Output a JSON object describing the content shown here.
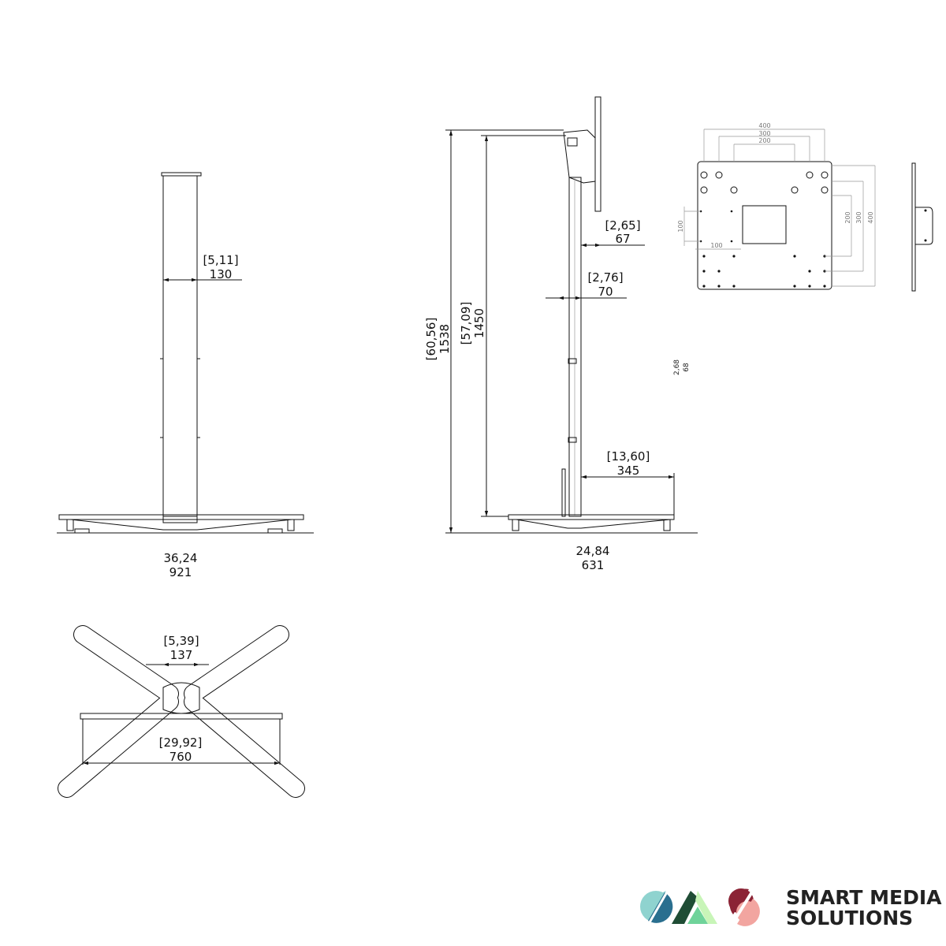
{
  "front_view": {
    "width_bracket": "[5,11]",
    "width_mm": "130",
    "base_in": "36,24",
    "base_mm": "921"
  },
  "side_view": {
    "total_height_in": "[60,56]",
    "total_height_mm": "1538",
    "pole_height_in": "[57,09]",
    "pole_height_mm": "1450",
    "bracket_depth_in": "[2,65]",
    "bracket_depth_mm": "67",
    "pole_depth_in": "[2,76]",
    "pole_depth_mm": "70",
    "foot_depth_in": "[13,60]",
    "foot_depth_mm": "345",
    "base_in": "24,84",
    "base_mm": "631",
    "plate_thickness_in": "2,68",
    "plate_thickness_mm": "68"
  },
  "vesa_plate": {
    "top_400": "400",
    "top_300": "300",
    "top_200": "200",
    "right_200": "200",
    "right_300": "300",
    "right_400": "400",
    "small_v_100": "100",
    "small_h_100": "100"
  },
  "bottom_view": {
    "column_in": "[5,39]",
    "column_mm": "137",
    "span_in": "[29,92]",
    "span_mm": "760"
  },
  "logo": {
    "line1": "SMART MEDIA",
    "line2": "SOLUTIONS",
    "colors": [
      "#8fd3cf",
      "#2a6f8f",
      "#1f4d35",
      "#6fd39a",
      "#c8f5b8",
      "#8b2335",
      "#f2a5a0"
    ]
  }
}
